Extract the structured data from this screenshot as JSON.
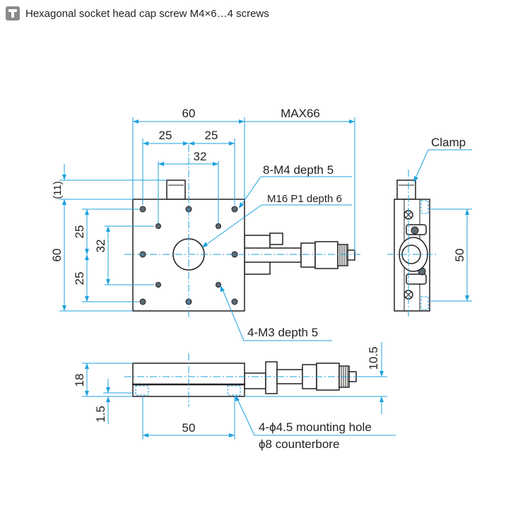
{
  "header": {
    "icon": "hex-screw-icon",
    "text": "Hexagonal socket head cap screw M4×6…4 screws"
  },
  "dimensions": {
    "width_60": "60",
    "left_25": "25",
    "right_25": "25",
    "center_32": "32",
    "max66": "MAX66",
    "paren_11": "(11)",
    "height_60": "60",
    "v_25_top": "25",
    "v_32": "32",
    "v_25_bottom": "25",
    "side_50": "50",
    "front_18": "18",
    "front_1_5": "1.5",
    "front_10_5": "10.5",
    "bottom_50": "50"
  },
  "callouts": {
    "clamp": "Clamp",
    "m4_holes": "8-M4 depth 5",
    "m16": "M16 P1 depth 6",
    "m3_holes": "4-M3 depth 5",
    "mounting_line1": "4-ϕ4.5 mounting hole",
    "mounting_line2": "ϕ8 counterbore"
  },
  "colors": {
    "dimension": "#1da1dc",
    "outline": "#231f20",
    "hole": "#5c6a72"
  }
}
